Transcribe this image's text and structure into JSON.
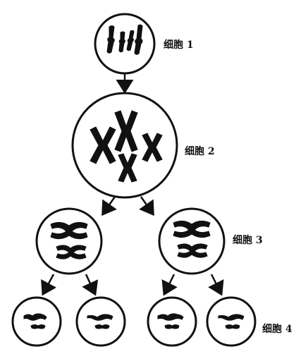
{
  "labels": {
    "cell1": "细胞 1",
    "cell2": "细胞 2",
    "cell3": "细胞 3",
    "cell4": "细胞 4"
  },
  "colors": {
    "ink": "#111111",
    "background": "#ffffff"
  },
  "cells": [
    {
      "id": "cell-1",
      "stage": "cell1"
    },
    {
      "id": "cell-2",
      "stage": "cell2"
    },
    {
      "id": "cell-3-left",
      "stage": "cell3"
    },
    {
      "id": "cell-3-right",
      "stage": "cell3"
    },
    {
      "id": "cell-4-a",
      "stage": "cell4"
    },
    {
      "id": "cell-4-b",
      "stage": "cell4"
    },
    {
      "id": "cell-4-c",
      "stage": "cell4"
    },
    {
      "id": "cell-4-d",
      "stage": "cell4"
    }
  ]
}
